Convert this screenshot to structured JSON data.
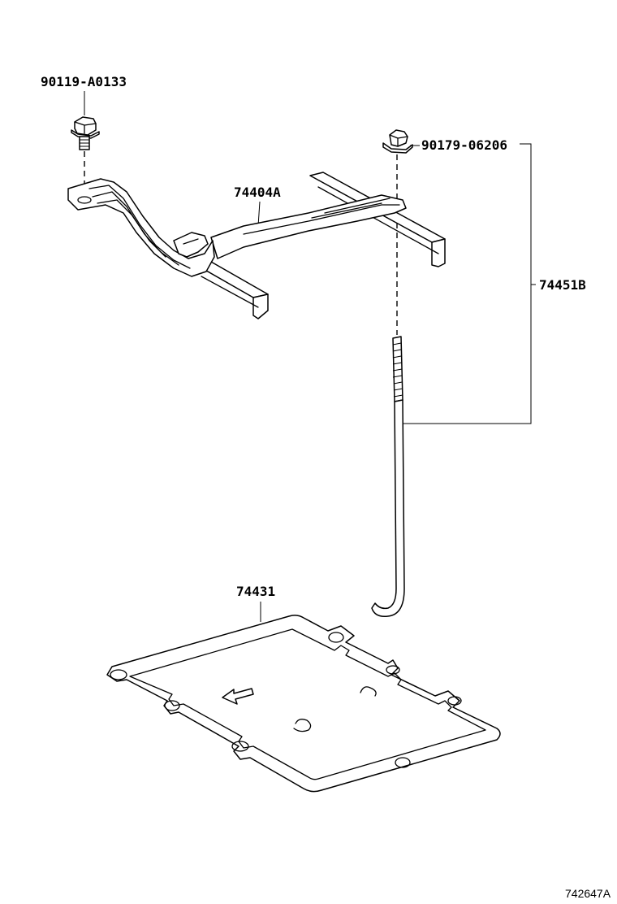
{
  "parts": {
    "bolt": "90119-A0133",
    "nut": "90179-06206",
    "clamp": "74404A",
    "rod_set": "74451B",
    "tray": "74431"
  },
  "figure_ref": "742647A"
}
